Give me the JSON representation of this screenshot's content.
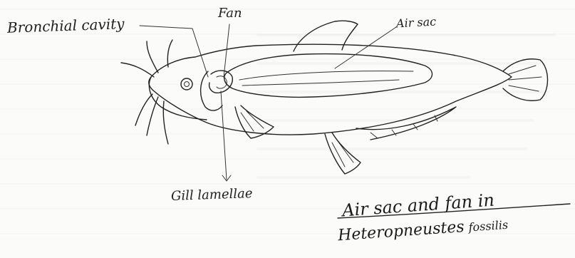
{
  "labels": {
    "bronchial_cavity": "Bronchial cavity",
    "fan": "Fan",
    "air_sac": "Air sac",
    "gill_lamellae": "Gill lamellae"
  },
  "caption": {
    "line1": "Air sac and fan in",
    "line2_main": "Heteropneustes",
    "line2_suffix": "fossilis"
  },
  "colors": {
    "ink": "#222222",
    "paper": "#fbfbf9"
  }
}
